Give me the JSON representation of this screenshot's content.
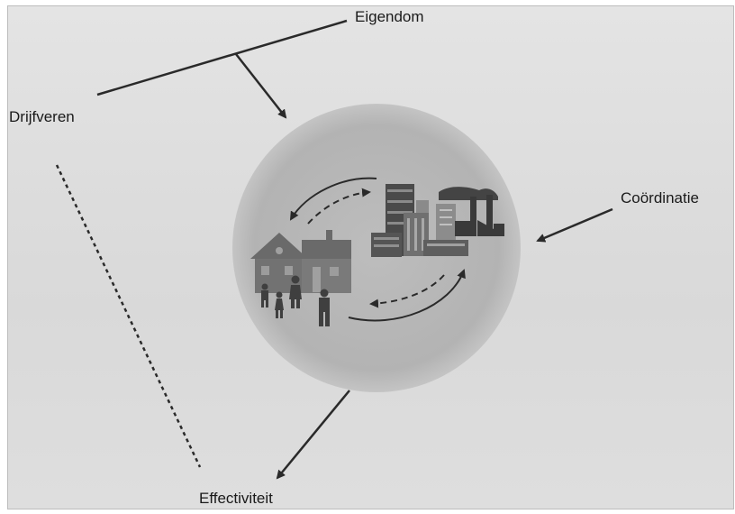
{
  "labels": {
    "eigendom": "Eigendom",
    "drijfveren": "Drijfveren",
    "coordinatie": "Coördinatie",
    "effectiviteit": "Effectiviteit"
  },
  "colors": {
    "background": "#dcdcdc",
    "circle_fill": "#b9b9b9",
    "line": "#2a2a2a",
    "building": "#555555",
    "house": "#6a6a6a"
  },
  "icons": [
    "house-icon",
    "people-icon",
    "city-buildings-icon",
    "factory-icon"
  ]
}
